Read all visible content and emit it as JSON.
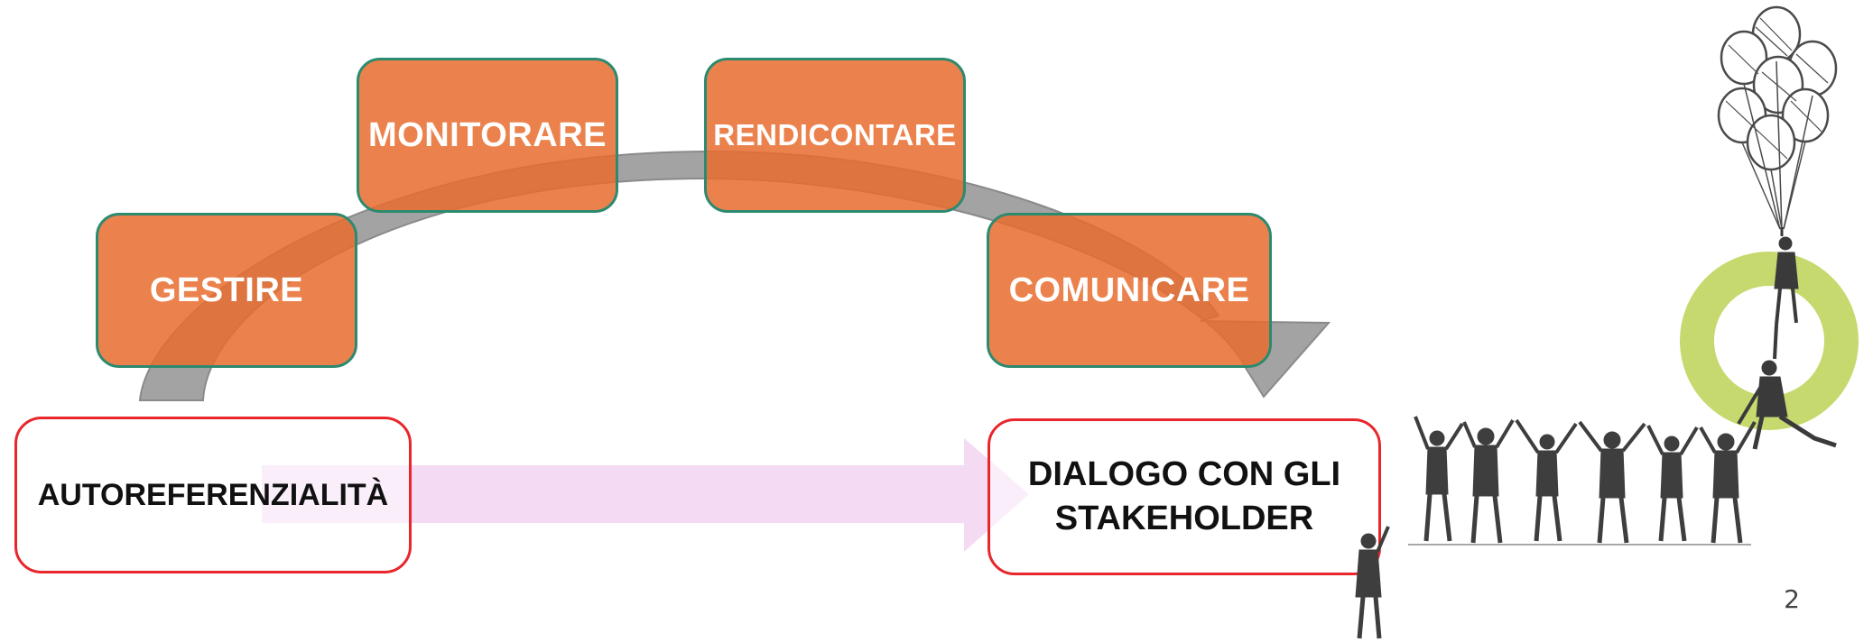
{
  "steps": {
    "gestire": "GESTIRE",
    "monitorare": "MONITORARE",
    "rendicontare": "RENDICONTARE",
    "comunicare": "COMUNICARE"
  },
  "start": "AUTOREFERENZIALITÀ",
  "end": "DIALOGO CON GLI STAKEHOLDER",
  "page_number": "2",
  "colors": {
    "step_fill": "#e86e30",
    "step_border": "#2c8a6f",
    "state_border": "#e8262b",
    "curved_arrow": "#9e9e9e",
    "transition_arrow": "#f2d6f0",
    "ring": "#c5d96e",
    "sketch": "#4a4a4a"
  },
  "illustration": {
    "balloons": "balloons-icon",
    "ring": "ring-icon",
    "people": "people-chain-icon"
  }
}
